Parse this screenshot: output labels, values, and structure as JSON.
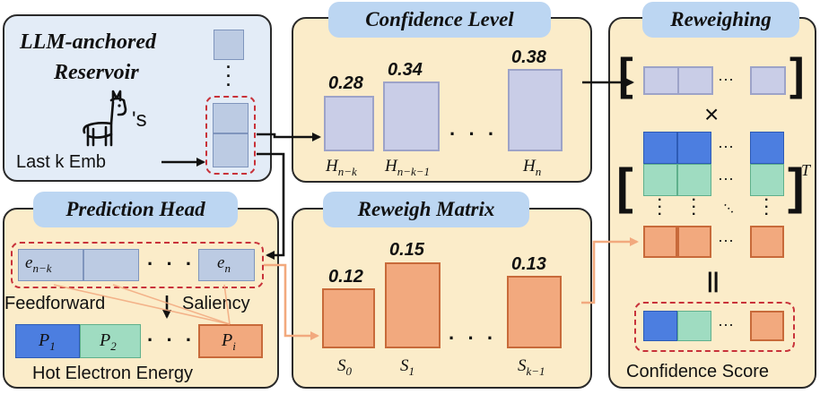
{
  "panels": {
    "reservoir": {
      "title_line1": "LLM-anchored",
      "title_line2": "Reservoir",
      "possessive": "'s",
      "last_k_label": "Last k Emb"
    },
    "confidence": {
      "title": "Confidence Level"
    },
    "reweighing": {
      "title": "Reweighing"
    },
    "prediction": {
      "title": "Prediction Head",
      "feedforward": "Feedforward",
      "saliency": "Saliency",
      "footer": "Hot Electron Energy"
    },
    "reweigh_matrix": {
      "title": "Reweigh Matrix"
    }
  },
  "confidence_bars": [
    {
      "value": "0.28",
      "label": "H_{n-k}"
    },
    {
      "value": "0.34",
      "label": "H_{n-k-1}"
    },
    {
      "value": "0.38",
      "label": "H_n"
    }
  ],
  "reweigh_bars": [
    {
      "value": "0.12",
      "label": "S_0"
    },
    {
      "value": "0.15",
      "label": "S_1"
    },
    {
      "value": "0.13",
      "label": "S_{k-1}"
    }
  ],
  "prediction_emb": {
    "first": "e",
    "first_sub": "n−k",
    "last": "e",
    "last_sub": "n"
  },
  "prediction_outputs": [
    {
      "sym": "P",
      "sub": "1"
    },
    {
      "sym": "P",
      "sub": "2"
    },
    {
      "sym": "P",
      "sub": "i"
    }
  ],
  "reweighing_ops": {
    "times": "×",
    "equals": "||",
    "transpose": "T",
    "score_label": "Confidence Score"
  },
  "ellipsis": "· · ·",
  "colors": {
    "lavender": "#c9cde7",
    "orange": "#f2a97e",
    "blue": "#4c7ee0",
    "green": "#9fdcc1",
    "panel_tan": "#fbecc9",
    "title_blue": "#bcd6f2"
  }
}
